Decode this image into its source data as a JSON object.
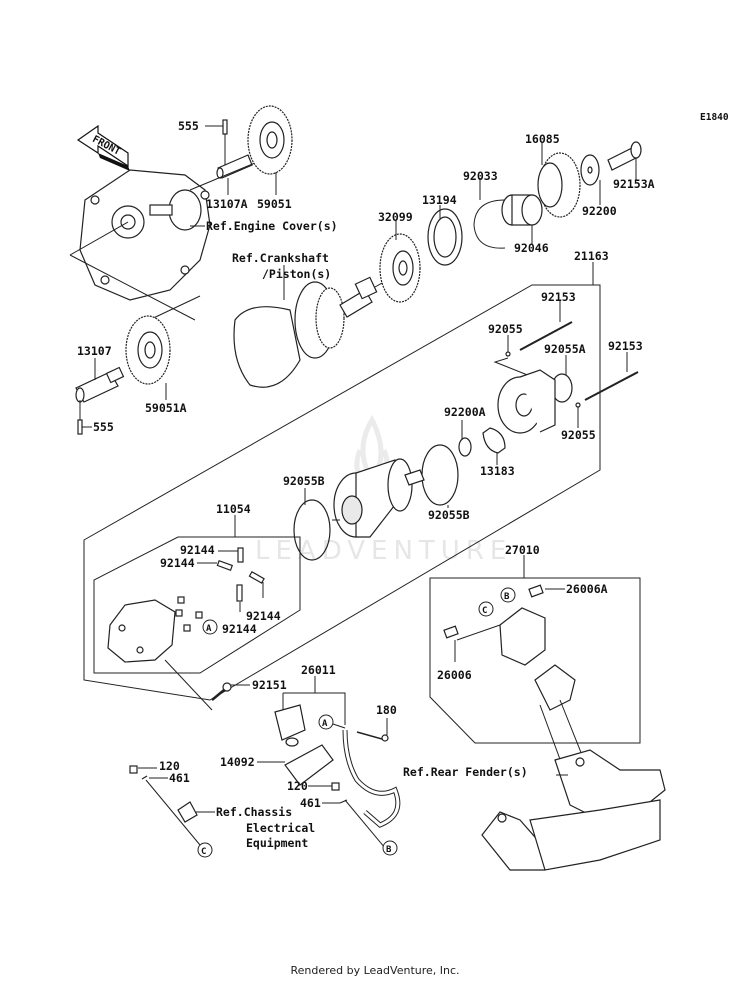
{
  "diagram": {
    "code": "E1840",
    "watermark": "LEADVENTURE",
    "footer": "Rendered by LeadVenture, Inc.",
    "front_label": "FRONT",
    "references": {
      "engine_cover": "Ref.Engine Cover(s)",
      "crankshaft_1": "Ref.Crankshaft",
      "crankshaft_2": "/Piston(s)",
      "rear_fender": "Ref.Rear Fender(s)",
      "chassis_1": "Ref.Chassis",
      "chassis_2": "Electrical",
      "chassis_3": "Equipment"
    },
    "callouts": {
      "a": "A",
      "b": "B",
      "c": "C"
    },
    "parts": {
      "p555_top": "555",
      "p13107A": "13107A",
      "p59051": "59051",
      "p13107": "13107",
      "p59051A": "59051A",
      "p555_bottom": "555",
      "p32099": "32099",
      "p13194": "13194",
      "p92033": "92033",
      "p92046": "92046",
      "p16085": "16085",
      "p92200": "92200",
      "p92153A": "92153A",
      "p21163": "21163",
      "p92153_a": "92153",
      "p92153_b": "92153",
      "p92055_a": "92055",
      "p92055A": "92055A",
      "p92055_b": "92055",
      "p92200A": "92200A",
      "p13183": "13183",
      "p92055B_a": "92055B",
      "p92055B_b": "92055B",
      "p11054": "11054",
      "p92144_a": "92144",
      "p92144_b": "92144",
      "p92144_c": "92144",
      "p92144_d": "92144",
      "p92151": "92151",
      "p27010": "27010",
      "p26006A": "26006A",
      "p26006": "26006",
      "p26011": "26011",
      "p180": "180",
      "p14092": "14092",
      "p120_a": "120",
      "p461_a": "461",
      "p120_b": "120",
      "p461_b": "461"
    }
  }
}
